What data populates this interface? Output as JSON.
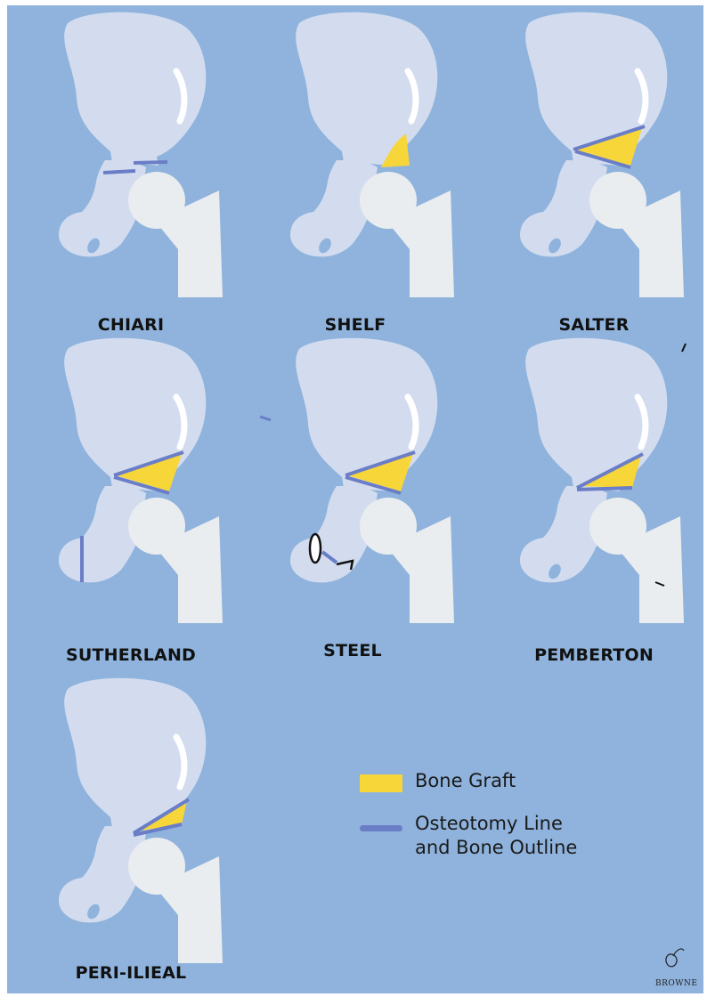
{
  "procedures": [
    {
      "name": "CHIARI"
    },
    {
      "name": "SHELF"
    },
    {
      "name": "SALTER"
    },
    {
      "name": "SUTHERLAND"
    },
    {
      "name": "STEEL"
    },
    {
      "name": "PEMBERTON"
    },
    {
      "name": "PERI-ILIEAL"
    }
  ],
  "legend": {
    "bone_graft": "Bone Graft",
    "osteotomy_line_1": "Osteotomy Line",
    "osteotomy_line_2": "and Bone Outline"
  },
  "signature": "BROWNE",
  "colors": {
    "background": "#8fb3dc",
    "bone": "#d3dcef",
    "femur": "#eaedef",
    "bone_graft": "#f7d63a",
    "osteotomy_line": "#6a7ec7",
    "highlight": "#ffffff"
  }
}
